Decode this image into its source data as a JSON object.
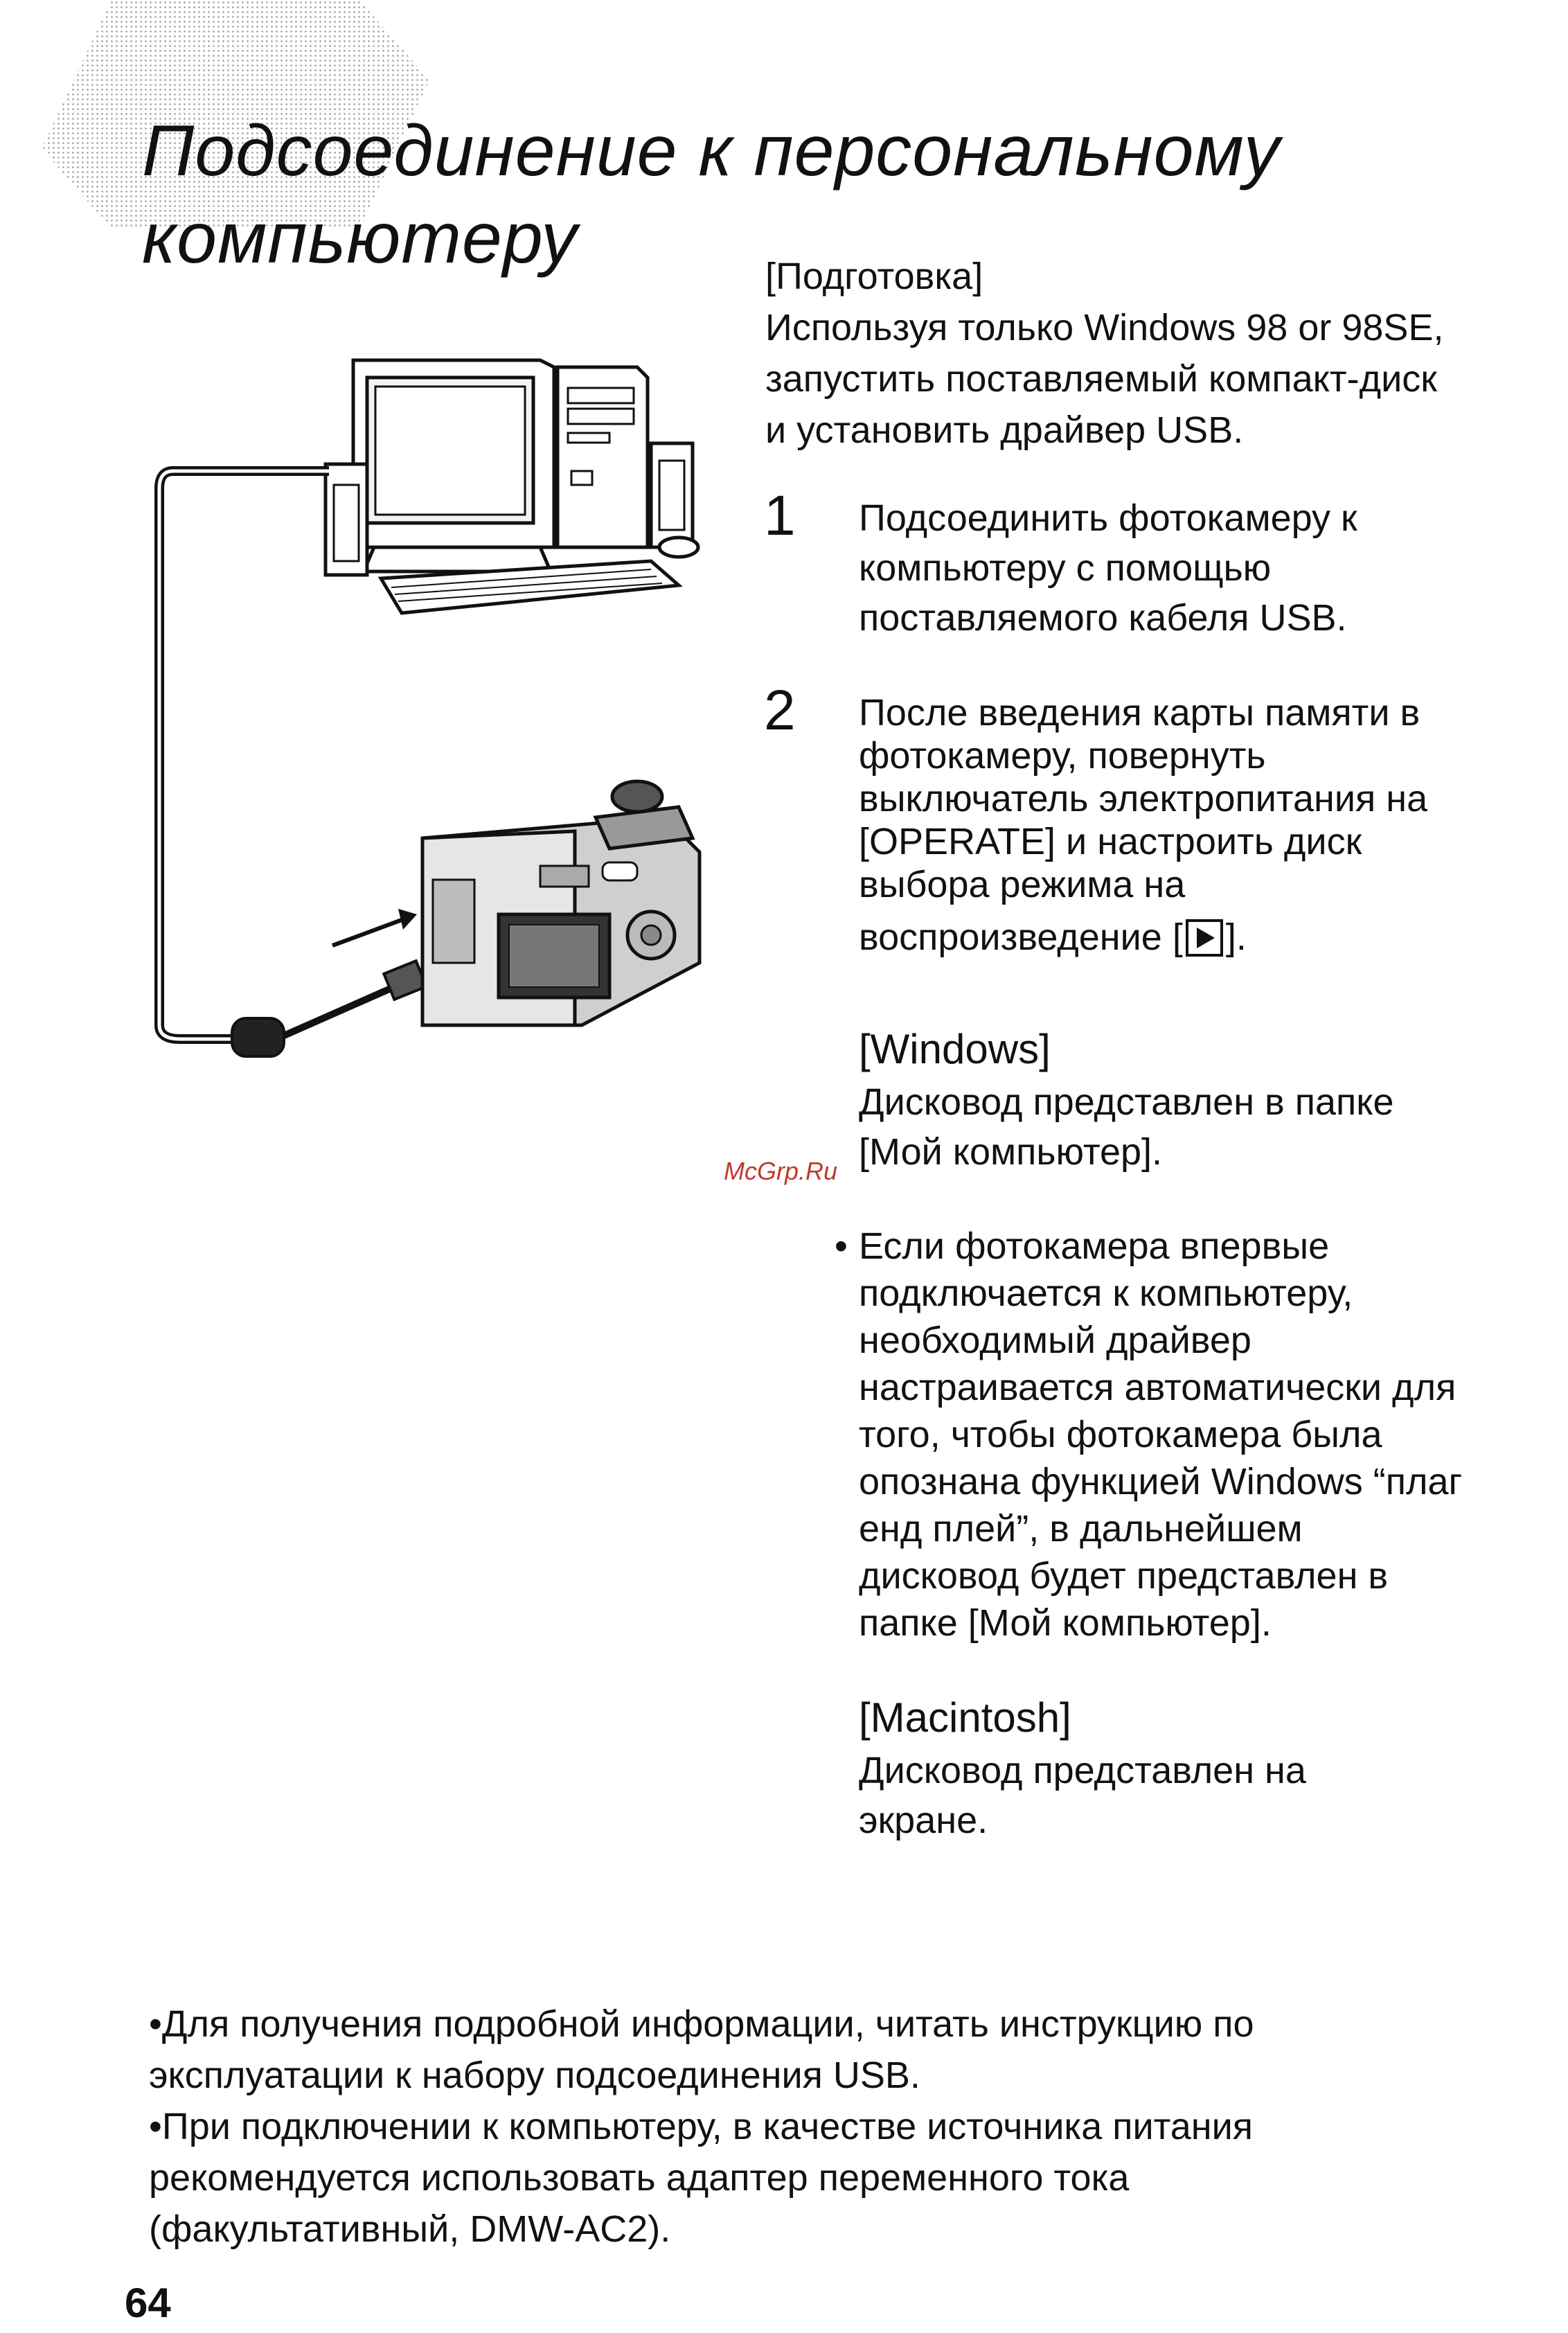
{
  "header": {
    "title_line1": "Подсоединение к персональному",
    "title_line2": "компьютеру"
  },
  "preparation": {
    "heading": "[Подготовка]",
    "line1": "Используя только Windows 98 or 98SE,",
    "line2": "запустить поставляемый компакт-диск",
    "line3": "и установить драйвер USB."
  },
  "steps": [
    {
      "number": "1",
      "lines": [
        "Подсоединить фотокамеру к",
        "компьютеру с помощью",
        "поставляемого кабеля USB."
      ]
    },
    {
      "number": "2",
      "lines": [
        "После введения карты памяти в",
        "фотокамеру, повернуть",
        "выключатель электропитания на",
        "[OPERATE] и настроить диск",
        "выбора режима на"
      ],
      "last_line_before": "воспроизведение [",
      "last_line_after": "].",
      "play_icon": "play-icon"
    }
  ],
  "windows": {
    "heading": "[Windows]",
    "line1": "Дисковод представлен в папке",
    "line2": "[Мой компьютер].",
    "bullet_lines": [
      "Если фотокамера впервые",
      "подключается к компьютеру,",
      "необходимый драйвер",
      "настраивается автоматически для",
      "того, чтобы фотокамера была",
      "опознана функцией Windows “плаг",
      "енд плей”, в дальнейшем",
      "дисковод будет представлен в",
      "папке [Мой компьютер]."
    ]
  },
  "macintosh": {
    "heading": "[Macintosh]",
    "line1": "Дисковод представлен на",
    "line2": "экране."
  },
  "watermark": "McGrp.Ru",
  "footnotes": {
    "note1_line1": "Для получения подробной информации, читать инструкцию по",
    "note1_line2": "эксплуатации к набору подсоединения USB.",
    "note2_line1": "При подключении к компьютеру, в качестве источника питания",
    "note2_line2": "рекомендуется использовать адаптер переменного тока",
    "note2_line3": "(факультативный, DMW-AC2)."
  },
  "page_number": "64"
}
